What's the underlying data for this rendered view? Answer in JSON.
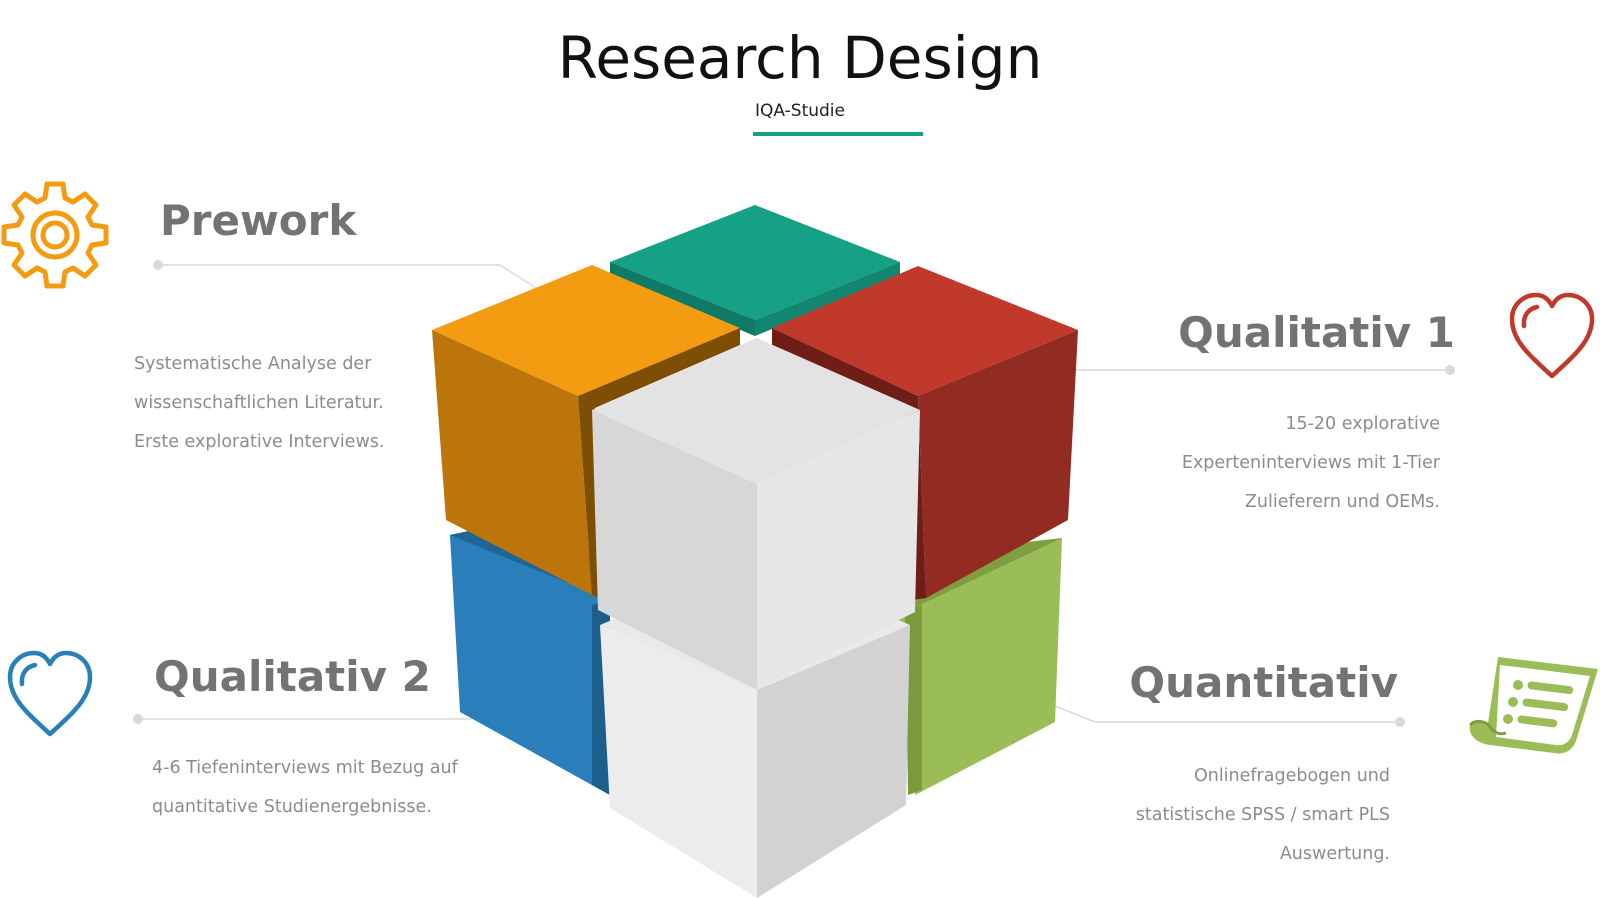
{
  "header": {
    "title": "Research Design",
    "subtitle": "IQA-Studie"
  },
  "colors": {
    "accent": "#179e84",
    "orange": "#f39c12",
    "red": "#c0392b",
    "teal": "#16a085",
    "blue": "#2980b9",
    "green": "#9bbd57",
    "grey": "#e6e6e6",
    "text_heading": "#737373",
    "text_body": "#8c8c8c"
  },
  "sections": {
    "prework": {
      "title": "Prework",
      "icon": "gear-icon",
      "lines": [
        "Systematische Analyse der",
        "wissenschaftlichen Literatur.",
        "Erste explorative Interviews."
      ]
    },
    "qualitativ1": {
      "title": "Qualitativ 1",
      "icon": "heart-icon",
      "lines": [
        "15-20 explorative",
        "Experteninterviews mit 1-Tier",
        "Zulieferern und OEMs."
      ]
    },
    "qualitativ2": {
      "title": "Qualitativ 2",
      "icon": "heart-icon",
      "lines": [
        "4-6 Tiefeninterviews mit Bezug auf",
        "quantitative Studienergebnisse."
      ]
    },
    "quantitativ": {
      "title": "Quantitativ",
      "icon": "document-list-icon",
      "lines": [
        "Onlinefragebogen und",
        "statistische SPSS / smart PLS",
        "Auswertung."
      ]
    }
  }
}
